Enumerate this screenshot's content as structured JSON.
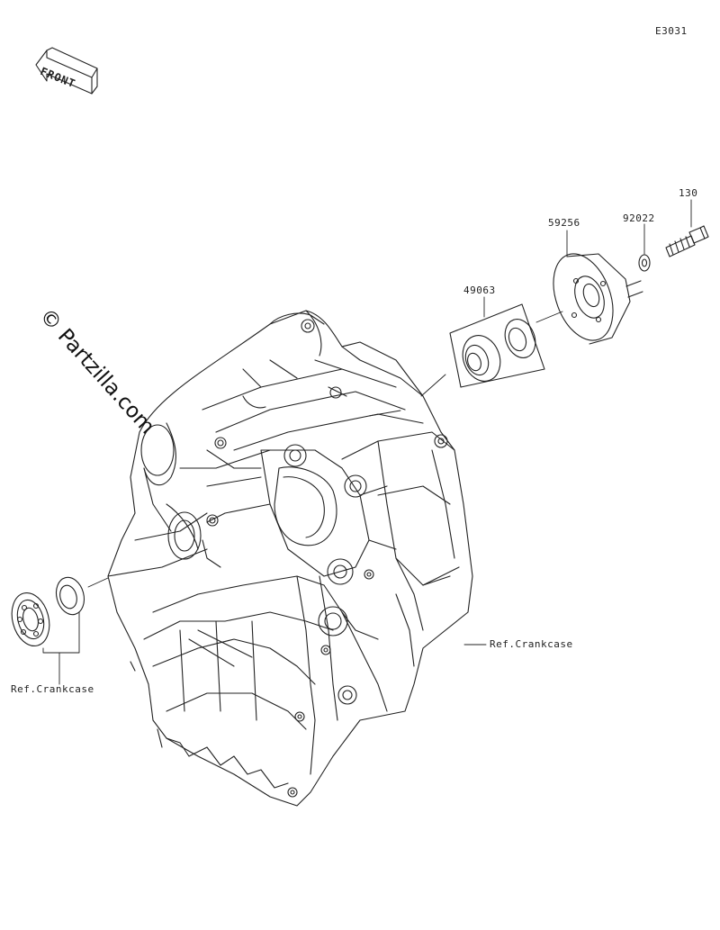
{
  "diagram_code": "E3031",
  "front_label": "FRONT",
  "watermark": "© Partzilla.com",
  "parts": [
    {
      "number": "130"
    },
    {
      "number": "92022"
    },
    {
      "number": "59256"
    },
    {
      "number": "49063"
    }
  ],
  "refs": [
    {
      "text": "Ref.Crankcase"
    },
    {
      "text": "Ref.Crankcase"
    }
  ],
  "colors": {
    "line": "#222222",
    "background": "#ffffff"
  }
}
